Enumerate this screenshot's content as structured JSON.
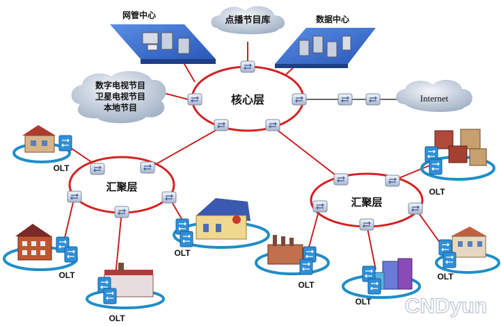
{
  "rings": {
    "core": "核心层",
    "agg_left": "汇聚层",
    "agg_right": "汇聚层"
  },
  "clouds": {
    "vod_library": "点播节目库",
    "tv_programs_line1": "数字电视节目",
    "tv_programs_line2": "卫星电视节目",
    "tv_programs_line3": "本地节目",
    "internet": "Internet"
  },
  "panels": {
    "network_center": "网管中心",
    "data_center": "数据中心"
  },
  "olt_label": "OLT",
  "watermark": "CNDyun",
  "colors": {
    "ring": "#d42020",
    "ring_fill": "#ffffff",
    "olt_ring": "#1f8ec8",
    "panel": "#3b6fd0",
    "cloud_start": "#e9eef5",
    "cloud_end": "#9fb2c8",
    "switch": "#cfd8e6",
    "link": "#2a2a2a"
  }
}
